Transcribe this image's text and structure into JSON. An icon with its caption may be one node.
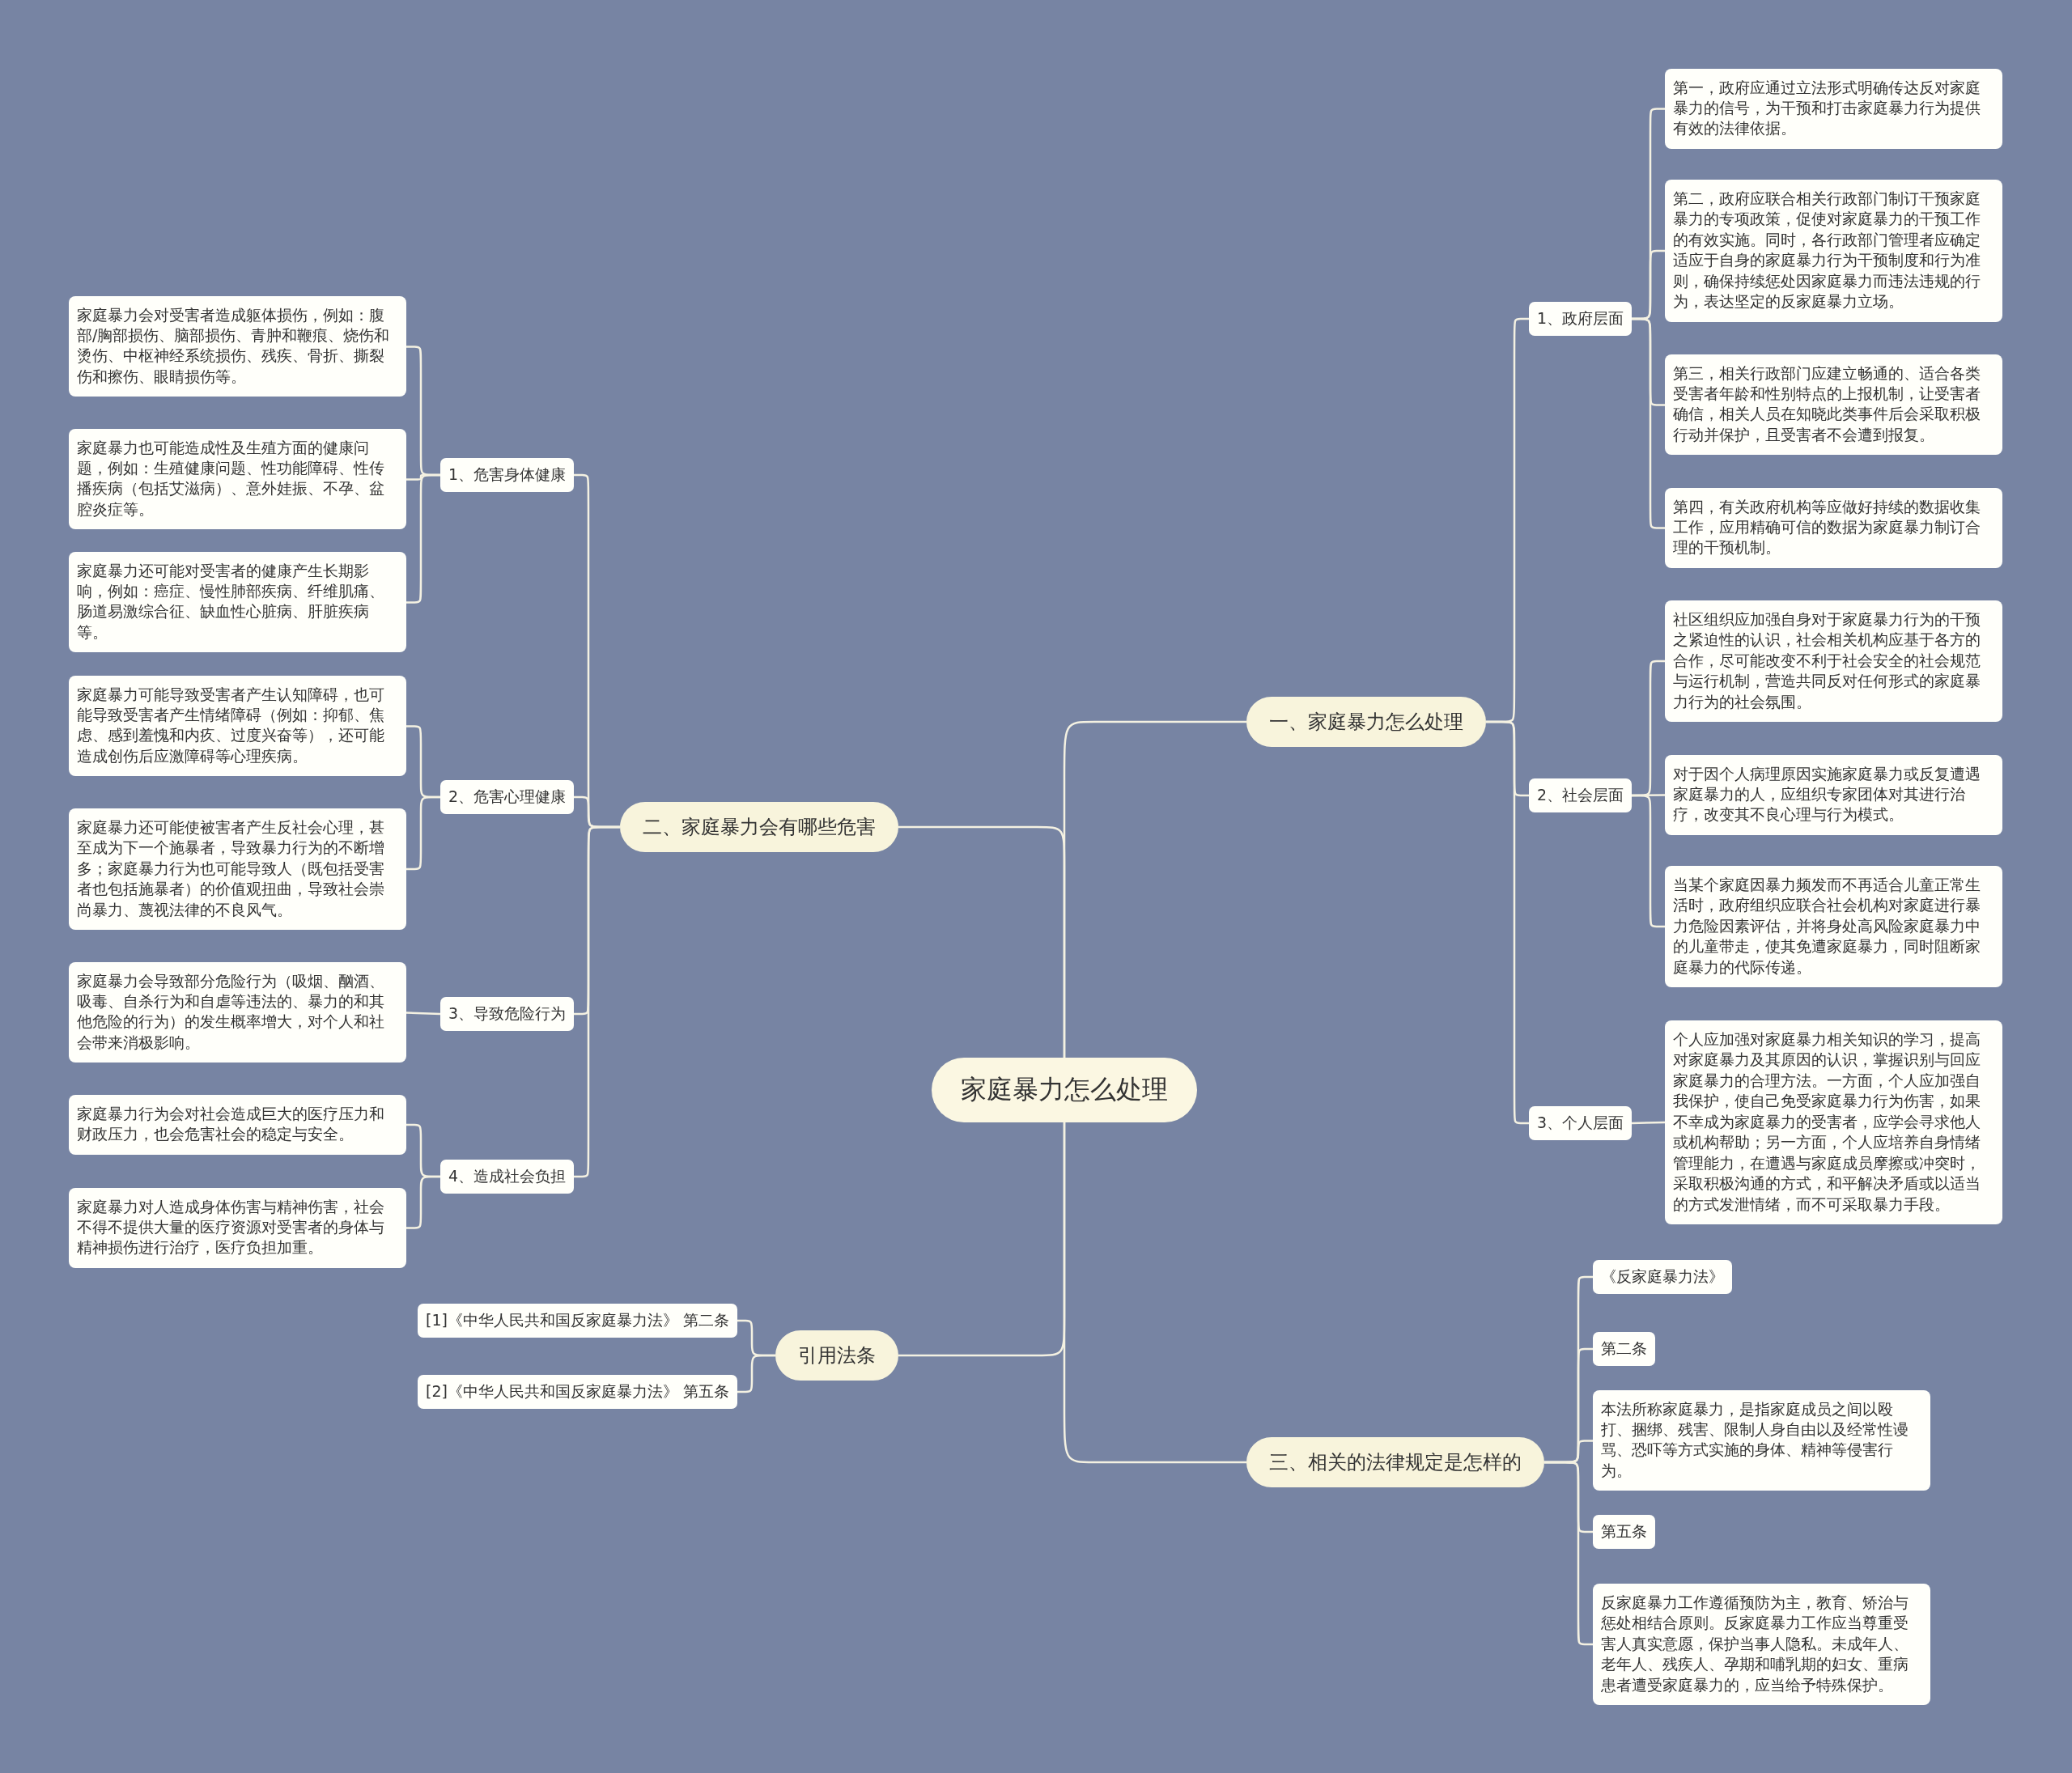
{
  "diagram": {
    "nodes": [
      {
        "text": [
          "家庭暴力怎么处理"
        ]
      },
      {
        "text": [
          "一、家庭暴力怎么处理"
        ]
      },
      {
        "text": [
          "1、政府层面"
        ]
      },
      {
        "text": [
          "第一，政府应通过立法形式明确传达反对家庭暴力的信号，为干预和打击家庭暴力行为提供有效的法律依据。"
        ]
      },
      {
        "text": [
          "第二，政府应联合相关行政部门制订干预家庭暴力的专项政策，促使对家庭暴力的干预工作的有效实施。同时，各行政部门管理者应确定适应于自身的家庭暴力行为干预制度和行为准则，确保持续惩处因家庭暴力而违法违规的行为，表达坚定的反家庭暴力立场。"
        ]
      },
      {
        "text": [
          "第三，相关行政部门应建立畅通的、适合各类受害者年龄和性别特点的上报机制，让受害者确信，相关人员在知晓此类事件后会采取积极行动并保护，且受害者不会遭到报复。"
        ]
      },
      {
        "text": [
          "第四，有关政府机构等应做好持续的数据收集工作，应用精确可信的数据为家庭暴力制订合理的干预机制。"
        ]
      },
      {
        "text": [
          "2、社会层面"
        ]
      },
      {
        "text": [
          "社区组织应加强自身对于家庭暴力行为的干预之紧迫性的认识，社会相关机构应基于各方的合作，尽可能改变不利于社会安全的社会规范与运行机制，营造共同反对任何形式的家庭暴力行为的社会氛围。"
        ]
      },
      {
        "text": [
          "对于因个人病理原因实施家庭暴力或反复遭遇家庭暴力的人，应组织专家团体对其进行治疗，改变其不良心理与行为模式。"
        ]
      },
      {
        "text": [
          "当某个家庭因暴力频发而不再适合儿童正常生活时，政府组织应联合社会机构对家庭进行暴力危险因素评估，并将身处高风险家庭暴力中的儿童带走，使其免遭家庭暴力，同时阻断家庭暴力的代际传递。"
        ]
      },
      {
        "text": [
          "3、个人层面"
        ]
      },
      {
        "text": [
          "个人应加强对家庭暴力相关知识的学习，提高对家庭暴力及其原因的认识，掌握识别与回应家庭暴力的合理方法。一方面，个人应加强自我保护，使自己免受家庭暴力行为伤害，如果不幸成为家庭暴力的受害者，应学会寻求他人或机构帮助；另一方面，个人应培养自身情绪管理能力，在遭遇与家庭成员摩擦或冲突时，采取积极沟通的方式，和平解决矛盾或以适当的方式发泄情绪，而不可采取暴力手段。"
        ]
      },
      {
        "text": [
          "二、家庭暴力会有哪些危害"
        ]
      },
      {
        "text": [
          "1、危害身体健康"
        ]
      },
      {
        "text": [
          "家庭暴力会对受害者造成躯体损伤，例如：腹部/胸部损伤、脑部损伤、青肿和鞭痕、烧伤和烫伤、中枢神经系统损伤、残疾、骨折、撕裂伤和擦伤、眼睛损伤等。"
        ]
      },
      {
        "text": [
          "家庭暴力也可能造成性及生殖方面的健康问题，例如：生殖健康问题、性功能障碍、性传播疾病（包括艾滋病）、意外娃振、不孕、盆腔炎症等。"
        ]
      },
      {
        "text": [
          "家庭暴力还可能对受害者的健康产生长期影响，例如：癌症、慢性肺部疾病、纤维肌痛、肠道易激综合征、缺血性心脏病、肝脏疾病等。"
        ]
      },
      {
        "text": [
          "2、危害心理健康"
        ]
      },
      {
        "text": [
          "家庭暴力可能导致受害者产生认知障碍，也可能导致受害者产生情绪障碍（例如：抑郁、焦虑、感到羞愧和内疚、过度兴奋等），还可能造成创伤后应激障碍等心理疾病。"
        ]
      },
      {
        "text": [
          "家庭暴力还可能使被害者产生反社会心理，甚至成为下一个施暴者，导致暴力行为的不断增多；家庭暴力行为也可能导致人（既包括受害者也包括施暴者）的价值观扭曲，导致社会崇尚暴力、蔑视法律的不良风气。"
        ]
      },
      {
        "text": [
          "3、导致危险行为"
        ]
      },
      {
        "text": [
          "家庭暴力会导致部分危险行为（吸烟、酗酒、吸毒、自杀行为和自虐等违法的、暴力的和其他危险的行为）的发生概率增大，对个人和社会带来消极影响。"
        ]
      },
      {
        "text": [
          "4、造成社会负担"
        ]
      },
      {
        "text": [
          "家庭暴力行为会对社会造成巨大的医疗压力和财政压力，也会危害社会的稳定与安全。"
        ]
      },
      {
        "text": [
          "家庭暴力对人造成身体伤害与精神伤害，社会不得不提供大量的医疗资源对受害者的身体与精神损伤进行治疗，医疗负担加重。"
        ]
      },
      {
        "text": [
          "引用法条"
        ]
      },
      {
        "text": [
          "[1]《中华人民共和国反家庭暴力法》 第二条"
        ]
      },
      {
        "text": [
          "[2]《中华人民共和国反家庭暴力法》 第五条"
        ]
      },
      {
        "text": [
          "三、相关的法律规定是怎样的"
        ]
      },
      {
        "text": [
          "《反家庭暴力法》"
        ]
      },
      {
        "text": [
          "第二条"
        ]
      },
      {
        "text": [
          "本法所称家庭暴力，是指家庭成员之间以殴打、捆绑、残害、限制人身自由以及经常性谩骂、恐吓等方式实施的身体、精神等侵害行为。"
        ]
      },
      {
        "text": [
          "第五条"
        ]
      },
      {
        "text": [
          "反家庭暴力工作遵循预防为主，教育、矫治与惩处相结合原则。反家庭暴力工作应当尊重受害人真实意愿，保护当事人隐私。未成年人、老年人、残疾人、孕期和哺乳期的妇女、重病患者遭受家庭暴力的，应当给予特殊保护。"
        ]
      }
    ],
    "edges": [
      {
        "from": 0,
        "to": 1,
        "arrow": "none"
      },
      {
        "from": 1,
        "to": 2,
        "arrow": "none"
      },
      {
        "from": 2,
        "to": 3,
        "arrow": "none"
      },
      {
        "from": 2,
        "to": 4,
        "arrow": "none"
      },
      {
        "from": 2,
        "to": 5,
        "arrow": "none"
      },
      {
        "from": 2,
        "to": 6,
        "arrow": "none"
      },
      {
        "from": 1,
        "to": 7,
        "arrow": "none"
      },
      {
        "from": 7,
        "to": 8,
        "arrow": "none"
      },
      {
        "from": 7,
        "to": 9,
        "arrow": "none"
      },
      {
        "from": 7,
        "to": 10,
        "arrow": "none"
      },
      {
        "from": 1,
        "to": 11,
        "arrow": "none"
      },
      {
        "from": 11,
        "to": 12,
        "arrow": "none"
      },
      {
        "from": 0,
        "to": 13,
        "arrow": "none"
      },
      {
        "from": 13,
        "to": 14,
        "arrow": "none"
      },
      {
        "from": 14,
        "to": 15,
        "arrow": "none"
      },
      {
        "from": 14,
        "to": 16,
        "arrow": "none"
      },
      {
        "from": 14,
        "to": 17,
        "arrow": "none"
      },
      {
        "from": 13,
        "to": 18,
        "arrow": "none"
      },
      {
        "from": 18,
        "to": 19,
        "arrow": "none"
      },
      {
        "from": 18,
        "to": 20,
        "arrow": "none"
      },
      {
        "from": 13,
        "to": 21,
        "arrow": "none"
      },
      {
        "from": 21,
        "to": 22,
        "arrow": "none"
      },
      {
        "from": 13,
        "to": 23,
        "arrow": "none"
      },
      {
        "from": 23,
        "to": 24,
        "arrow": "none"
      },
      {
        "from": 23,
        "to": 25,
        "arrow": "none"
      },
      {
        "from": 0,
        "to": 26,
        "arrow": "none"
      },
      {
        "from": 26,
        "to": 27,
        "arrow": "none"
      },
      {
        "from": 26,
        "to": 28,
        "arrow": "none"
      },
      {
        "from": 0,
        "to": 29,
        "arrow": "none"
      },
      {
        "from": 29,
        "to": 30,
        "arrow": "none"
      },
      {
        "from": 29,
        "to": 31,
        "arrow": "none"
      },
      {
        "from": 29,
        "to": 32,
        "arrow": "none"
      },
      {
        "from": 29,
        "to": 33,
        "arrow": "none"
      },
      {
        "from": 29,
        "to": 34,
        "arrow": "none"
      }
    ]
  }
}
